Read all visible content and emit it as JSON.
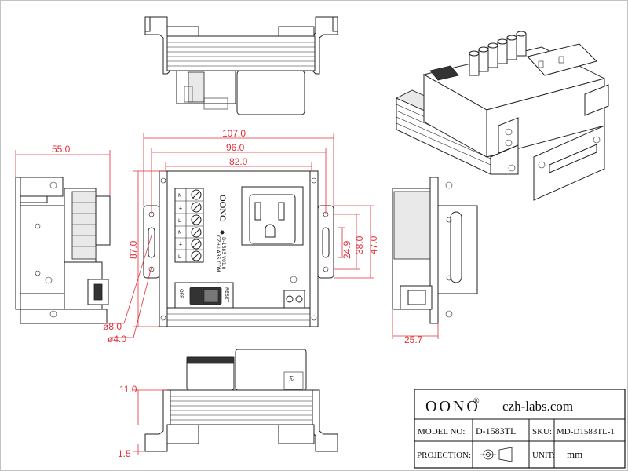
{
  "dimensions": {
    "overall_width": "107.0",
    "mounting_width": "96.0",
    "body_width": "82.0",
    "side_depth": "55.0",
    "height": "87.0",
    "slot_height": "24.9",
    "slot_pitch": "38.0",
    "right_height": "47.0",
    "right_depth": "25.7",
    "hole_dia_large": "ø8.0",
    "hole_dia_small": "ø4.0",
    "bottom_depth": "11.0",
    "bottom_thickness": "1.5"
  },
  "device_labels": {
    "brand_vertical": "OONO",
    "terminal_n": "N",
    "terminal_ground": "⏚",
    "terminal_l": "L",
    "model_vertical": "D-1583 V01.0",
    "spec_vertical": "CZH-LABS.COM",
    "reset_label": "RESET",
    "off_label": "OFF",
    "bottom_tag": "无"
  },
  "title_block": {
    "brand": "OONO",
    "brand_mark": "®",
    "website": "czh-labs.com",
    "model_label": "MODEL NO:",
    "model_value": "D-1583TL",
    "sku_label": "SKU:",
    "sku_value": "MD-D1583TL-1",
    "projection_label": "PROJECTION:",
    "unit_label": "UNIT:",
    "unit_value": "mm"
  }
}
